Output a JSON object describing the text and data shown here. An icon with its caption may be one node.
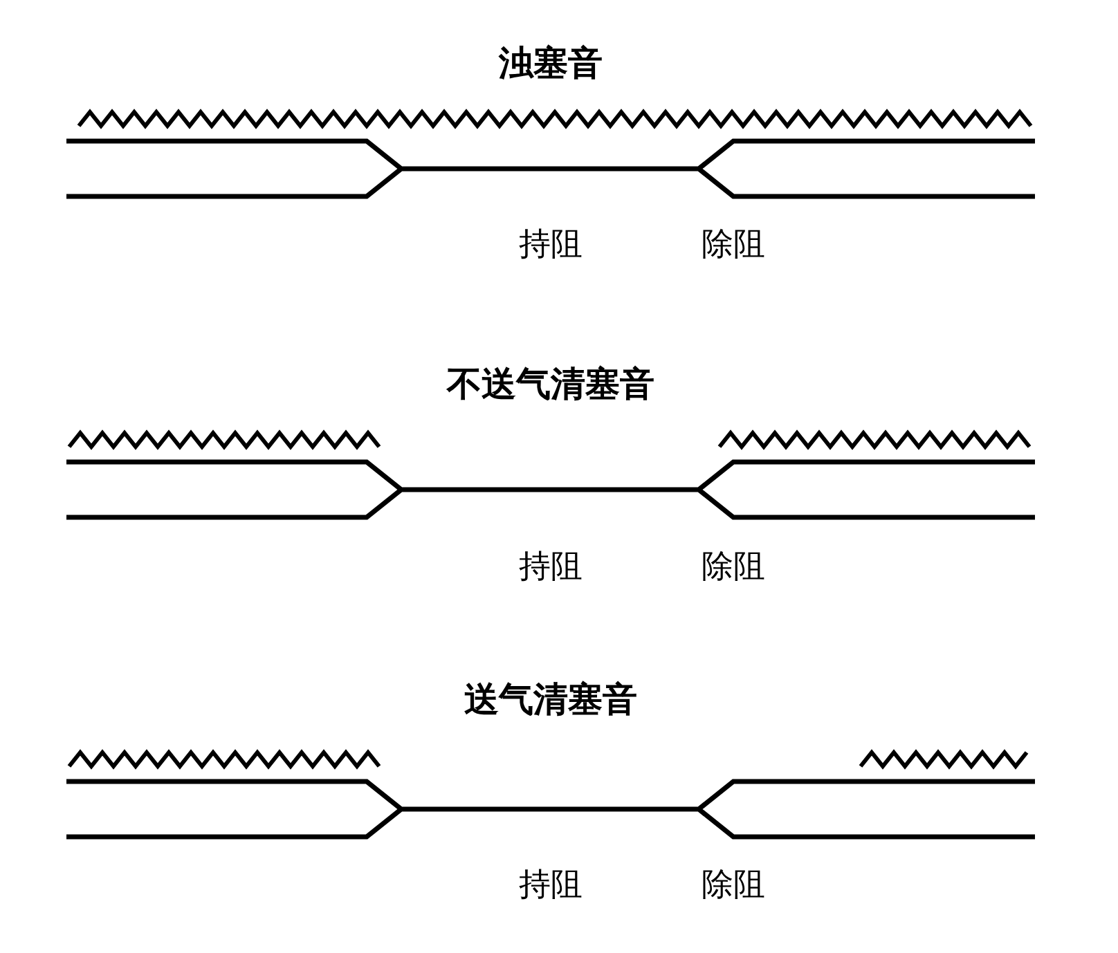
{
  "diagram": {
    "labels": [
      "浊塞音",
      "持阻",
      "除阻",
      "不送气清塞音",
      "持阻",
      "除阻",
      "送气清塞音",
      "持阻",
      "除阻"
    ]
  }
}
